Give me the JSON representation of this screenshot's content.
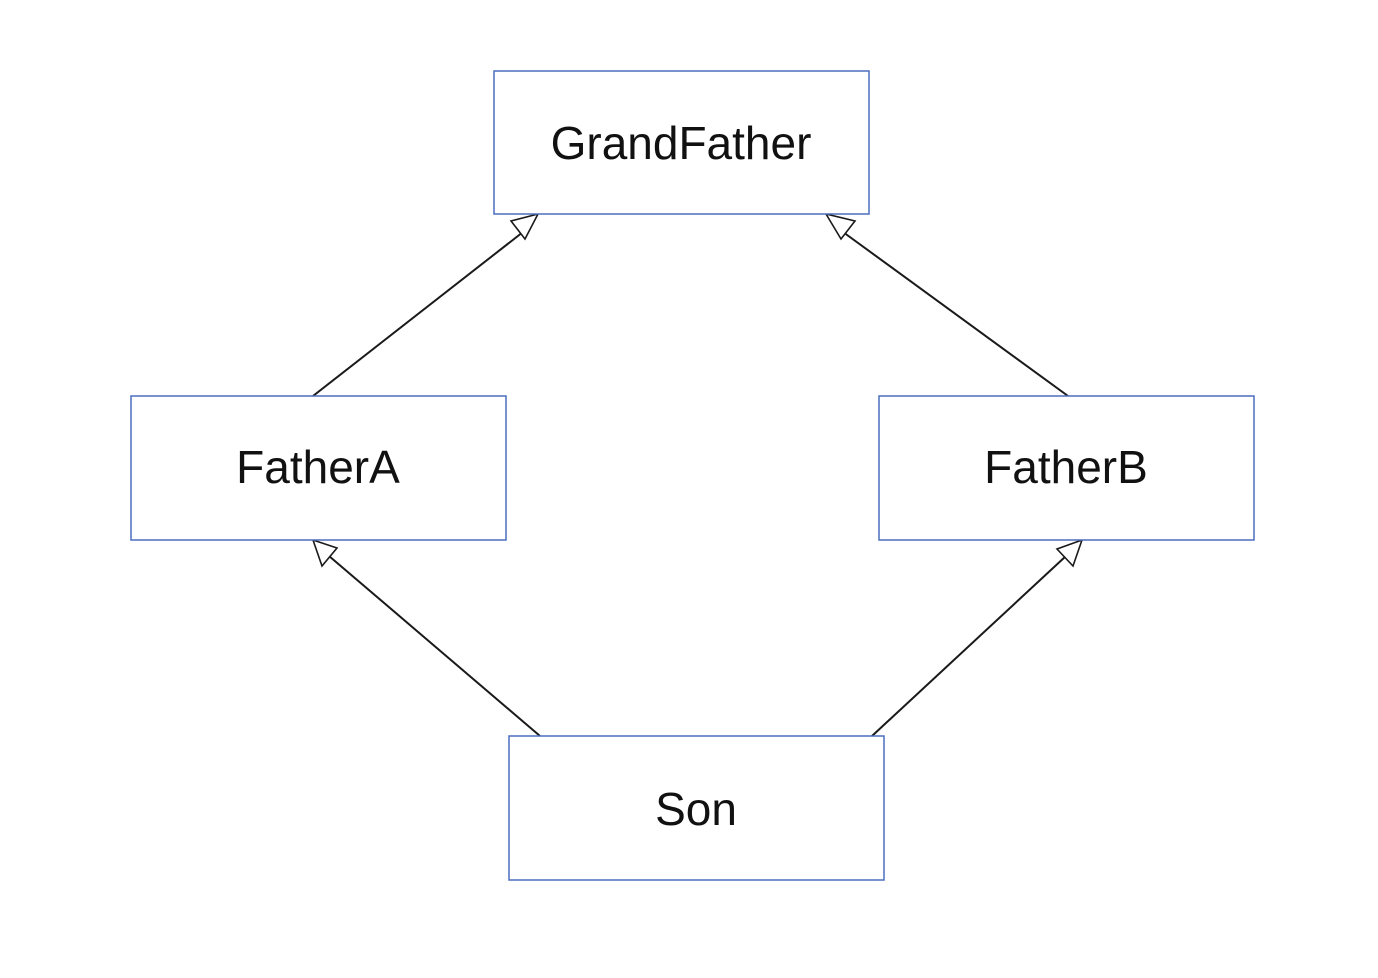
{
  "colors": {
    "box_border": "#4a6fbf",
    "box_fill": "#ffffff",
    "edge": "#1a1a1a",
    "text": "#111111"
  },
  "diagram": {
    "type": "class-inheritance",
    "arrow_style": "hollow-triangle",
    "nodes": {
      "grandfather": {
        "label": "GrandFather"
      },
      "father_a": {
        "label": "FatherA"
      },
      "father_b": {
        "label": "FatherB"
      },
      "son": {
        "label": "Son"
      }
    },
    "edges": [
      {
        "from": "father_a",
        "to": "grandfather"
      },
      {
        "from": "father_b",
        "to": "grandfather"
      },
      {
        "from": "son",
        "to": "father_a"
      },
      {
        "from": "son",
        "to": "father_b"
      }
    ]
  }
}
